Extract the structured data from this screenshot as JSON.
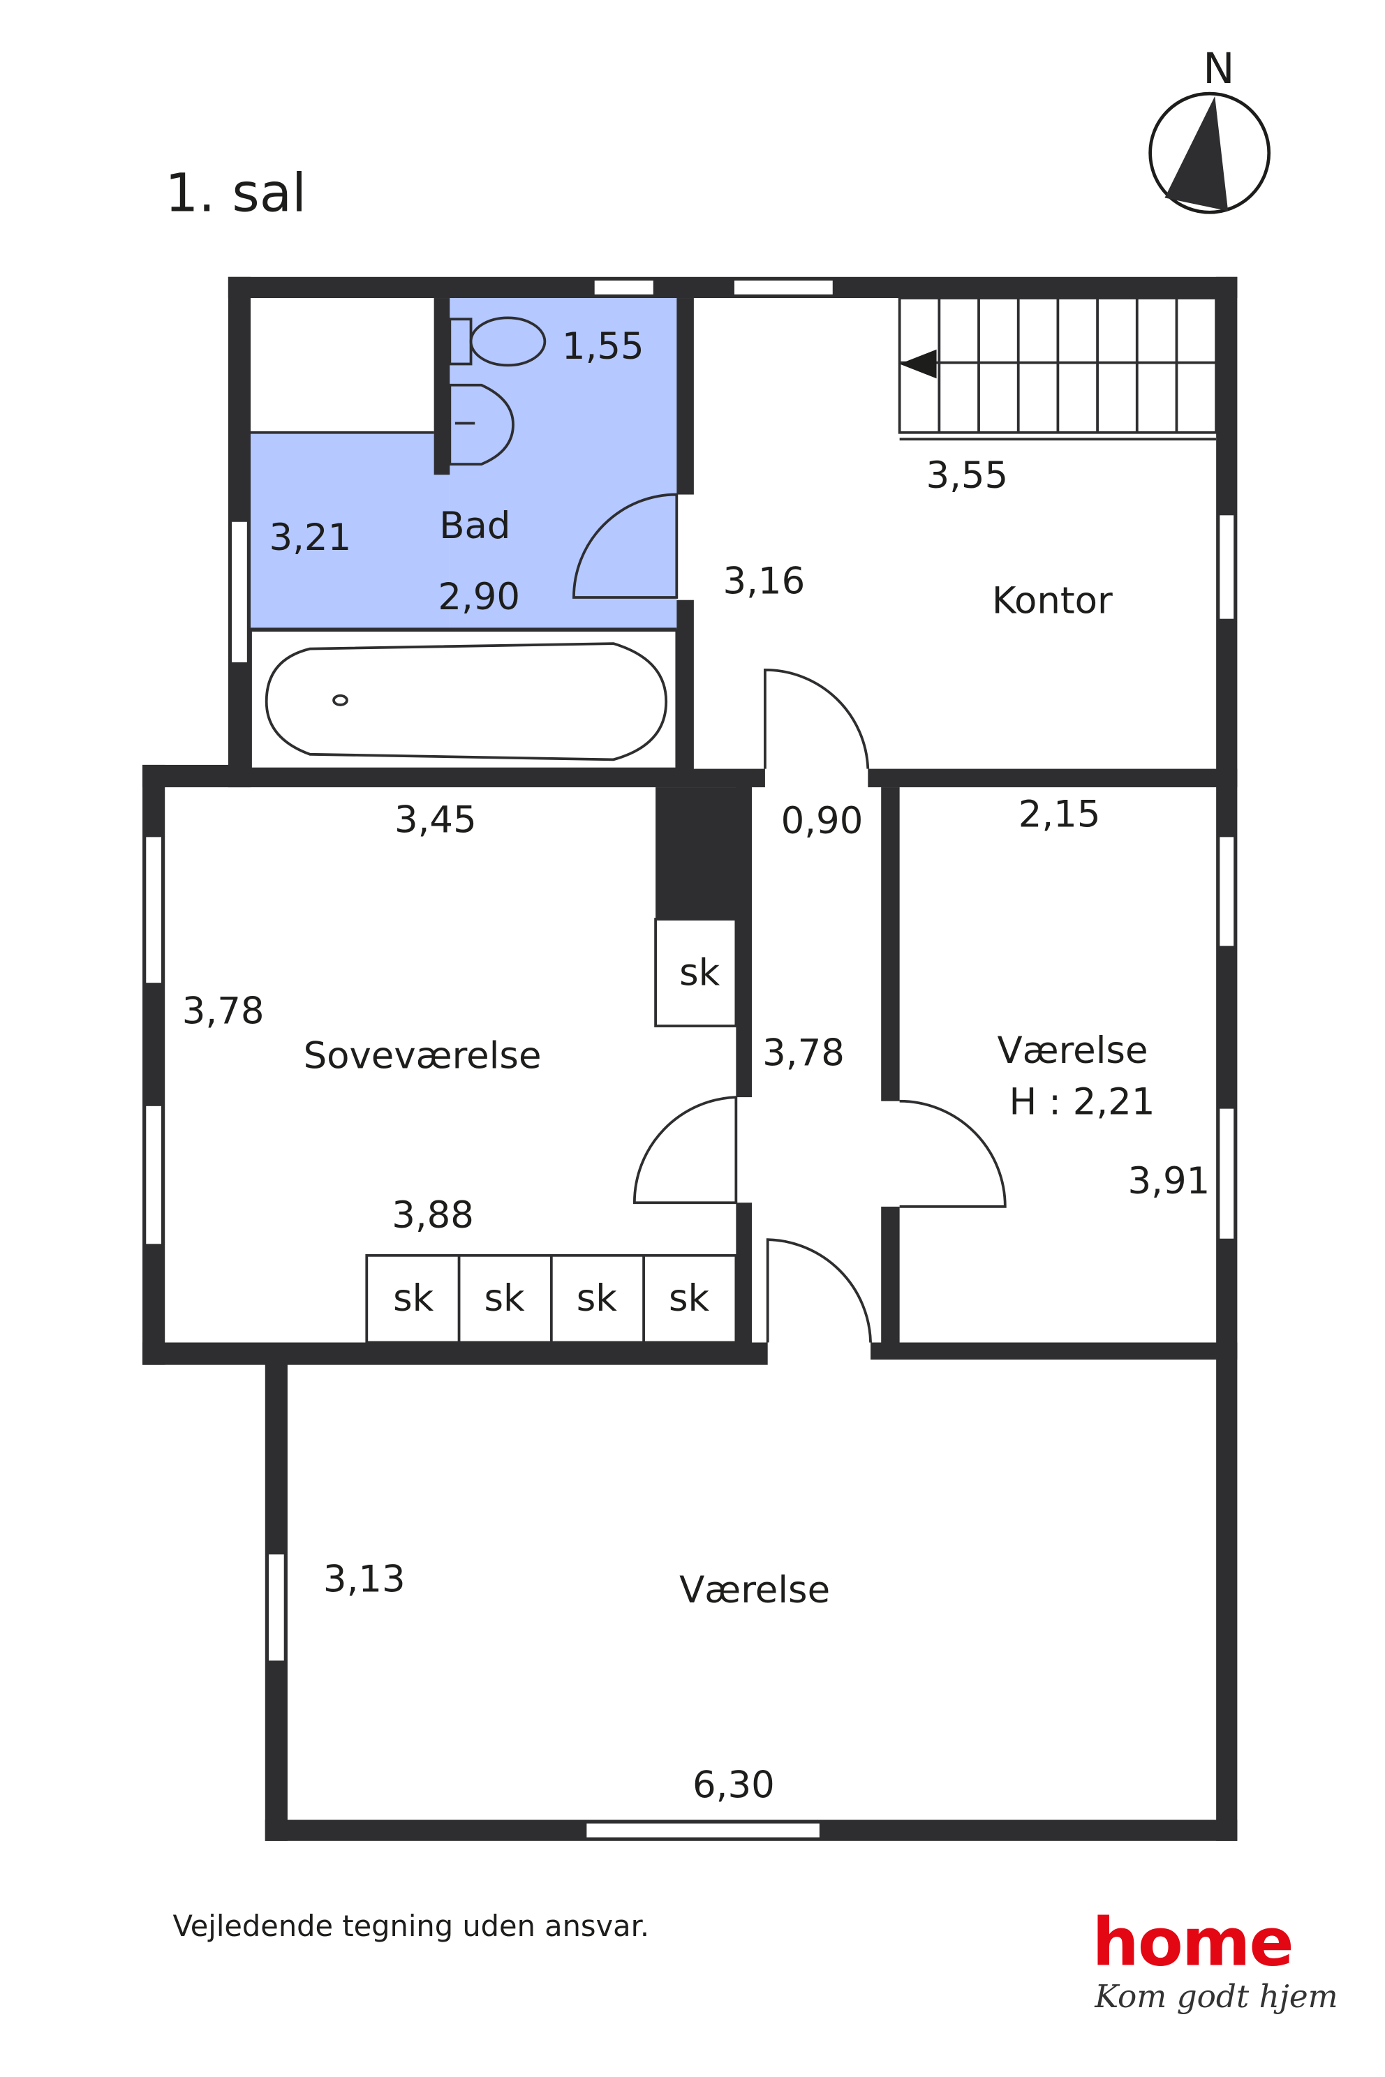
{
  "floor_title": "1. sal",
  "compass": {
    "label": "N"
  },
  "rooms": {
    "bad": {
      "name": "Bad",
      "dims": [
        "3,21",
        "2,90",
        "1,55"
      ]
    },
    "kontor": {
      "name": "Kontor",
      "dims": [
        "3,55",
        "3,16"
      ]
    },
    "sovevaerelse": {
      "name": "Soveværelse",
      "dims": [
        "3,45",
        "3,78",
        "3,88"
      ]
    },
    "gang": {
      "dims": [
        "0,90",
        "3,78"
      ]
    },
    "vaerelse_small": {
      "name": "Værelse",
      "height": "H : 2,21",
      "dims": [
        "2,15",
        "3,91"
      ]
    },
    "vaerelse_large": {
      "name": "Værelse",
      "dims": [
        "3,13",
        "6,30"
      ]
    }
  },
  "closets": [
    "sk",
    "sk",
    "sk",
    "sk",
    "sk"
  ],
  "disclaimer": "Vejledende tegning uden ansvar.",
  "logo": {
    "brand": "home",
    "tagline": "Kom godt hjem",
    "color": "#e30613"
  },
  "colors": {
    "wall": "#2e2e30",
    "bathroom": "#b5c8ff"
  }
}
